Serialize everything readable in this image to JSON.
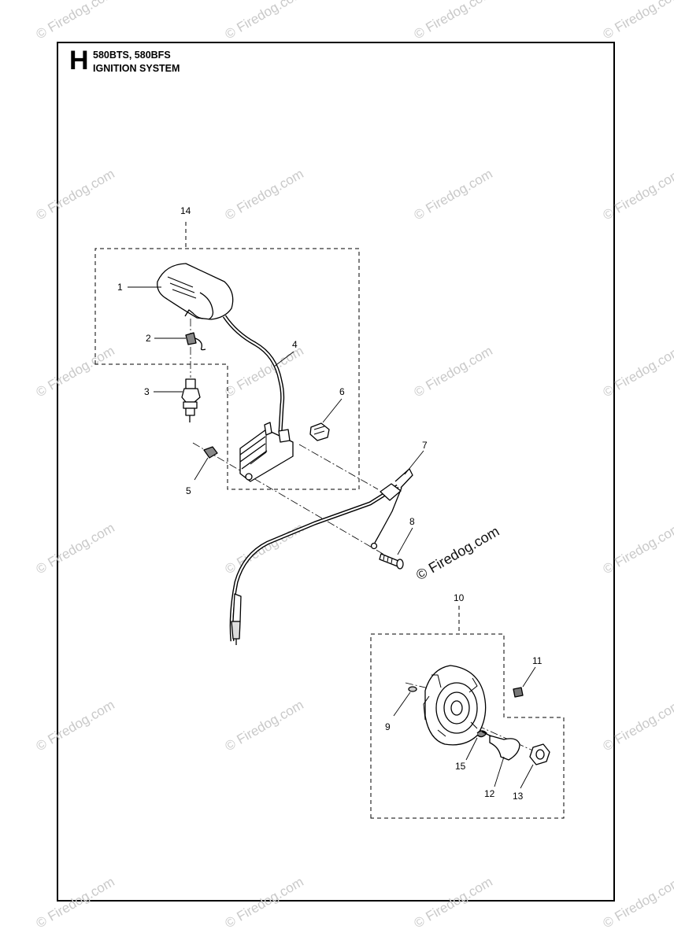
{
  "header": {
    "section_letter": "H",
    "models": "580BTS, 580BFS",
    "title": "IGNITION SYSTEM"
  },
  "callouts": [
    "1",
    "2",
    "3",
    "4",
    "5",
    "6",
    "7",
    "8",
    "9",
    "10",
    "11",
    "12",
    "13",
    "14",
    "15"
  ],
  "watermark": "© Firedog.com",
  "colors": {
    "line": "#000000",
    "watermark": "#c9c9c9"
  }
}
